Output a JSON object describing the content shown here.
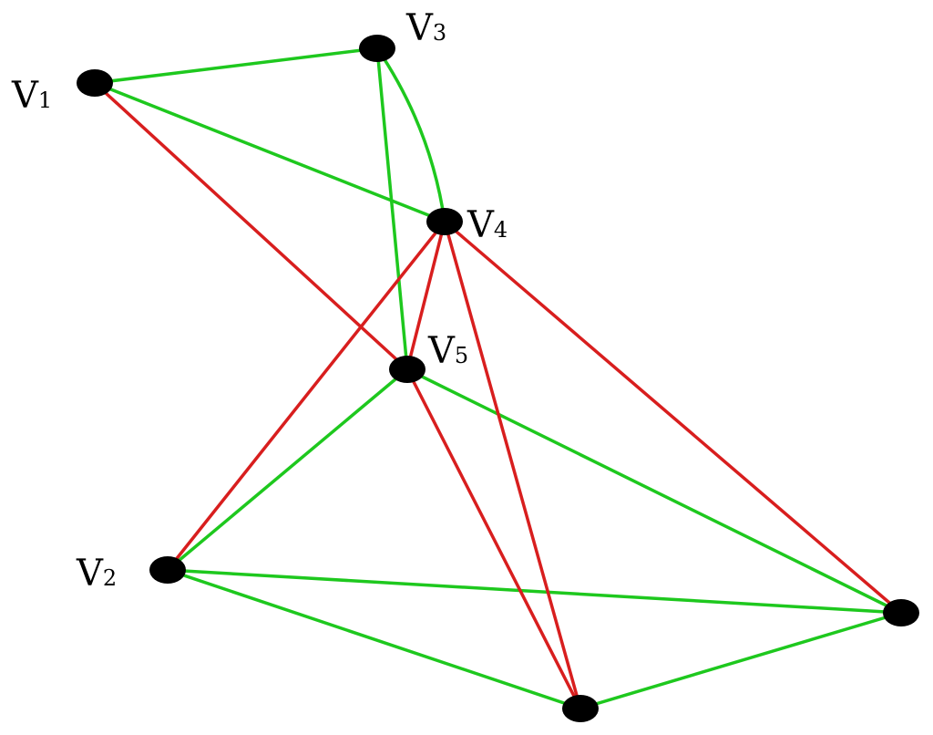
{
  "graph": {
    "colors": {
      "green_edge": "#1ec81e",
      "red_edge": "#d81e1e",
      "vertex": "#000000",
      "background": "#ffffff"
    },
    "vertices": [
      {
        "id": "v1",
        "label": "V",
        "subscript": "1"
      },
      {
        "id": "v3",
        "label": "V",
        "subscript": "3"
      },
      {
        "id": "v4",
        "label": "V",
        "subscript": "4"
      },
      {
        "id": "v5",
        "label": "V",
        "subscript": "5"
      },
      {
        "id": "v2",
        "label": "V",
        "subscript": "2"
      },
      {
        "id": "v6",
        "label": "",
        "subscript": ""
      },
      {
        "id": "v7",
        "label": "",
        "subscript": ""
      }
    ],
    "edges": [
      {
        "id": "e-v1-v3",
        "from": "v1",
        "to": "v3",
        "color": "green"
      },
      {
        "id": "e-v1-v4",
        "from": "v1",
        "to": "v4",
        "color": "green"
      },
      {
        "id": "e-v3-v4",
        "from": "v3",
        "to": "v4",
        "color": "green",
        "curved": true
      },
      {
        "id": "e-v3-v5",
        "from": "v3",
        "to": "v5",
        "color": "green"
      },
      {
        "id": "e-v5-v2",
        "from": "v5",
        "to": "v2",
        "color": "green"
      },
      {
        "id": "e-v5-v7",
        "from": "v5",
        "to": "v7",
        "color": "green"
      },
      {
        "id": "e-v2-v7",
        "from": "v2",
        "to": "v7",
        "color": "green"
      },
      {
        "id": "e-v2-v6",
        "from": "v2",
        "to": "v6",
        "color": "green"
      },
      {
        "id": "e-v6-v7",
        "from": "v6",
        "to": "v7",
        "color": "green"
      },
      {
        "id": "e-v1-v5",
        "from": "v1",
        "to": "v5",
        "color": "red"
      },
      {
        "id": "e-v4-v5",
        "from": "v4",
        "to": "v5",
        "color": "red"
      },
      {
        "id": "e-v4-v2",
        "from": "v4",
        "to": "v2",
        "color": "red"
      },
      {
        "id": "e-v4-v6",
        "from": "v4",
        "to": "v6",
        "color": "red"
      },
      {
        "id": "e-v4-v7",
        "from": "v4",
        "to": "v7",
        "color": "red"
      },
      {
        "id": "e-v5-v6",
        "from": "v5",
        "to": "v6",
        "color": "red"
      }
    ]
  }
}
